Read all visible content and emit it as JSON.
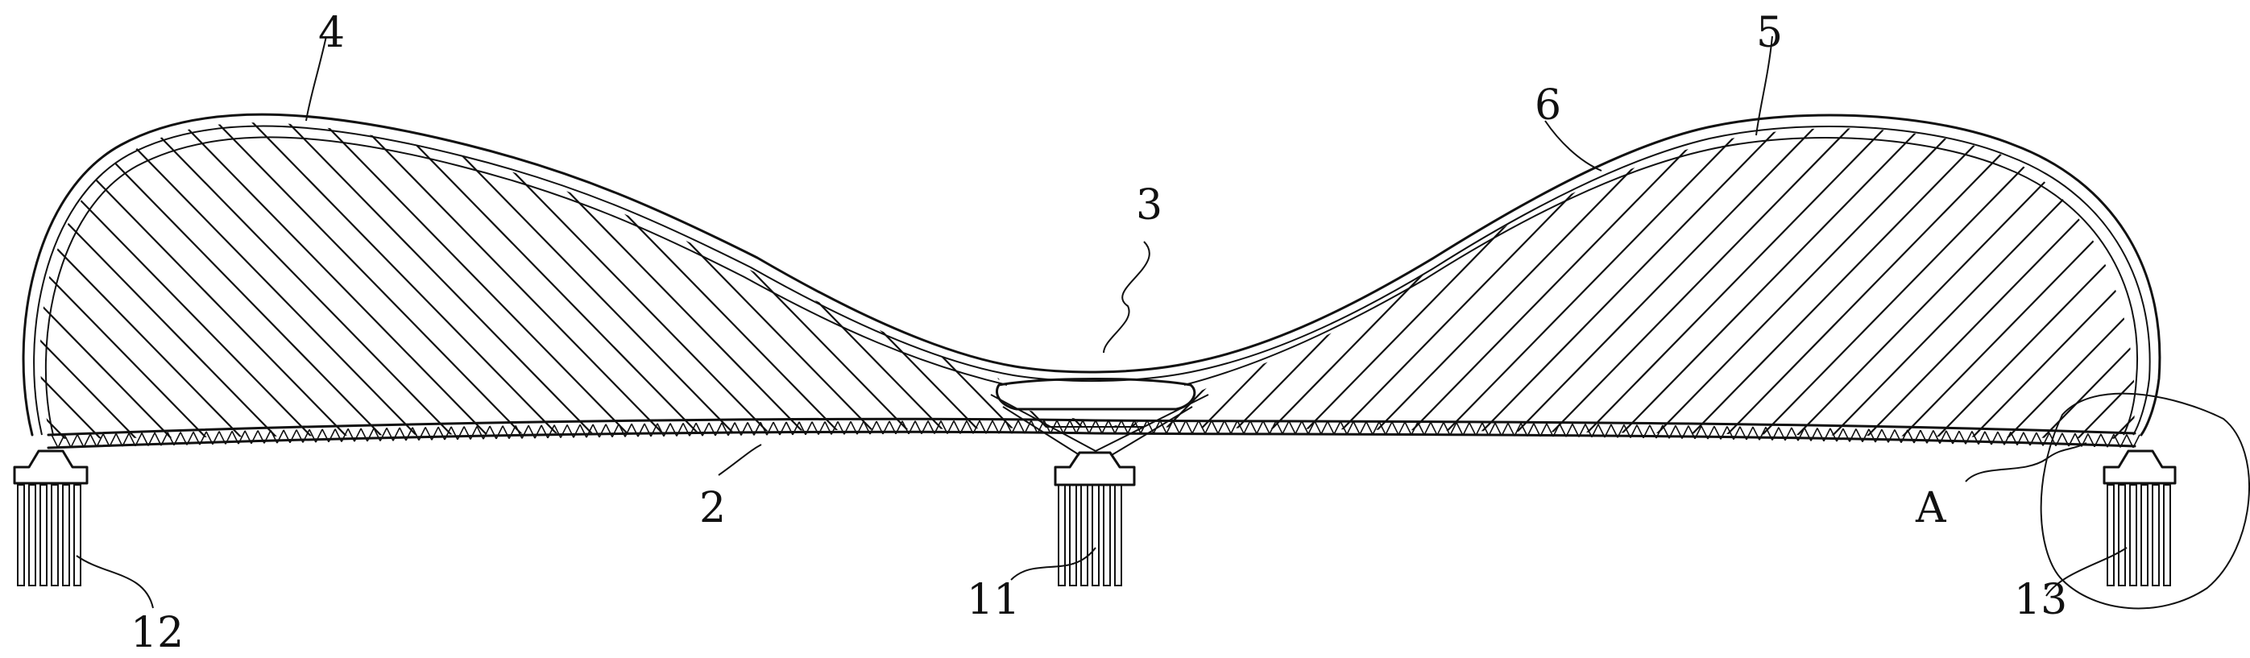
{
  "labels": {
    "l4": "4",
    "l5": "5",
    "l6": "6",
    "l3": "3",
    "l2": "2",
    "l11": "11",
    "l12": "12",
    "l13": "13",
    "lA": "A"
  }
}
